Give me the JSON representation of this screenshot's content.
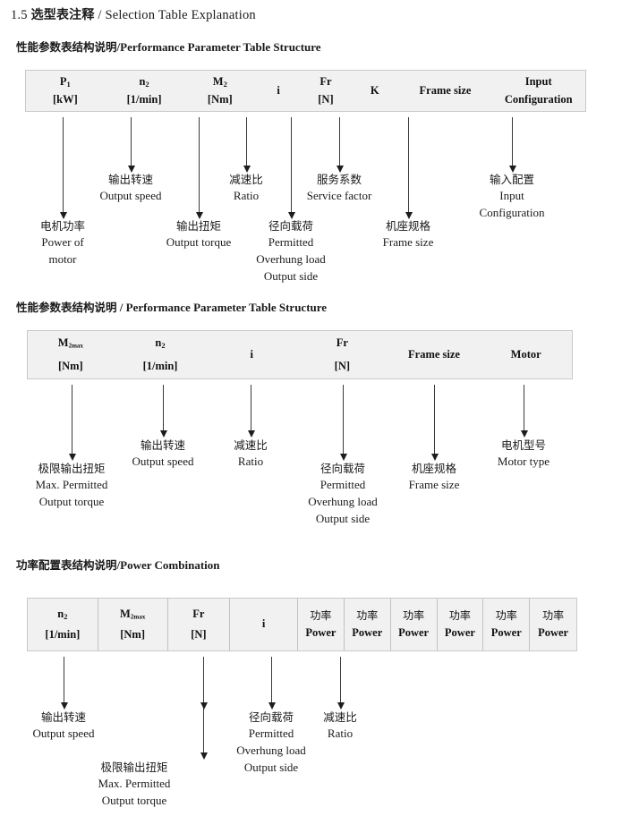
{
  "doc": {
    "number": "1.5",
    "title_cn": "选型表注释",
    "separator": "/",
    "title_en": "Selection Table Explanation"
  },
  "sections": [
    {
      "heading_cn": "性能参数表结构说明",
      "heading_sep": "/",
      "heading_en": "Performance Parameter Table Structure",
      "columns": [
        {
          "symbol": "P",
          "sub": "1",
          "unit": "[kW]"
        },
        {
          "symbol": "n",
          "sub": "2",
          "unit": "[1/min]"
        },
        {
          "symbol": "M",
          "sub": "2",
          "unit": "[Nm]"
        },
        {
          "symbol": "i",
          "sub": "",
          "unit": ""
        },
        {
          "symbol": "Fr",
          "sub": "",
          "unit": "[N]"
        },
        {
          "symbol": "K",
          "sub": "",
          "unit": ""
        },
        {
          "symbol": "Frame size",
          "sub": "",
          "unit": ""
        },
        {
          "symbol": "Input",
          "sub": "",
          "unit": "Configuration"
        }
      ],
      "notes": [
        {
          "cn": "电机功率",
          "en": [
            "Power of",
            "motor"
          ]
        },
        {
          "cn": "输出转速",
          "en": [
            "Output speed"
          ]
        },
        {
          "cn": "输出扭矩",
          "en": [
            "Output torque"
          ]
        },
        {
          "cn": "减速比",
          "en": [
            "Ratio"
          ]
        },
        {
          "cn": "径向载荷",
          "en": [
            "Permitted",
            "Overhung load",
            "Output side"
          ]
        },
        {
          "cn": "服务系数",
          "en": [
            "Service factor"
          ]
        },
        {
          "cn": "机座规格",
          "en": [
            "Frame size"
          ]
        },
        {
          "cn": "输入配置",
          "en": [
            "Input",
            "Configuration"
          ]
        }
      ]
    },
    {
      "heading_cn": "性能参数表结构说明",
      "heading_sep": "/",
      "heading_en": "Performance Parameter Table Structure",
      "columns": [
        {
          "symbol": "M",
          "sub": "2max",
          "unit": "[Nm]"
        },
        {
          "symbol": "n",
          "sub": "2",
          "unit": "[1/min]"
        },
        {
          "symbol": "i",
          "sub": "",
          "unit": ""
        },
        {
          "symbol": "Fr",
          "sub": "",
          "unit": "[N]"
        },
        {
          "symbol": "Frame size",
          "sub": "",
          "unit": ""
        },
        {
          "symbol": "Motor",
          "sub": "",
          "unit": ""
        }
      ],
      "notes": [
        {
          "cn": "极限输出扭矩",
          "en": [
            "Max. Permitted",
            "Output  torque"
          ]
        },
        {
          "cn": "输出转速",
          "en": [
            "Output speed"
          ]
        },
        {
          "cn": "减速比",
          "en": [
            "Ratio"
          ]
        },
        {
          "cn": "径向载荷",
          "en": [
            "Permitted",
            "Overhung load",
            "Output side"
          ]
        },
        {
          "cn": "机座规格",
          "en": [
            "Frame size"
          ]
        },
        {
          "cn": "电机型号",
          "en": [
            "Motor type"
          ]
        }
      ]
    },
    {
      "heading_cn": "功率配置表结构说明",
      "heading_sep": "/",
      "heading_en": "Power Combination",
      "columns": [
        {
          "symbol": "n",
          "sub": "2",
          "unit": "[1/min]"
        },
        {
          "symbol": "M",
          "sub": "2max",
          "unit": "[Nm]"
        },
        {
          "symbol": "Fr",
          "sub": "",
          "unit": "[N]"
        },
        {
          "symbol": "i",
          "sub": "",
          "unit": ""
        },
        {
          "symbol": "功率",
          "sub": "",
          "unit": "Power"
        },
        {
          "symbol": "功率",
          "sub": "",
          "unit": "Power"
        },
        {
          "symbol": "功率",
          "sub": "",
          "unit": "Power"
        },
        {
          "symbol": "功率",
          "sub": "",
          "unit": "Power"
        },
        {
          "symbol": "功率",
          "sub": "",
          "unit": "Power"
        },
        {
          "symbol": "功率",
          "sub": "",
          "unit": "Power"
        }
      ],
      "notes": [
        {
          "cn": "输出转速",
          "en": [
            "Output speed"
          ]
        },
        {
          "cn": "极限输出扭矩",
          "en": [
            "Max. Permitted",
            "Output  torque"
          ]
        },
        {
          "cn": "径向载荷",
          "en": [
            "Permitted",
            "Overhung load",
            "Output side"
          ]
        },
        {
          "cn": "减速比",
          "en": [
            "Ratio"
          ]
        }
      ]
    }
  ]
}
